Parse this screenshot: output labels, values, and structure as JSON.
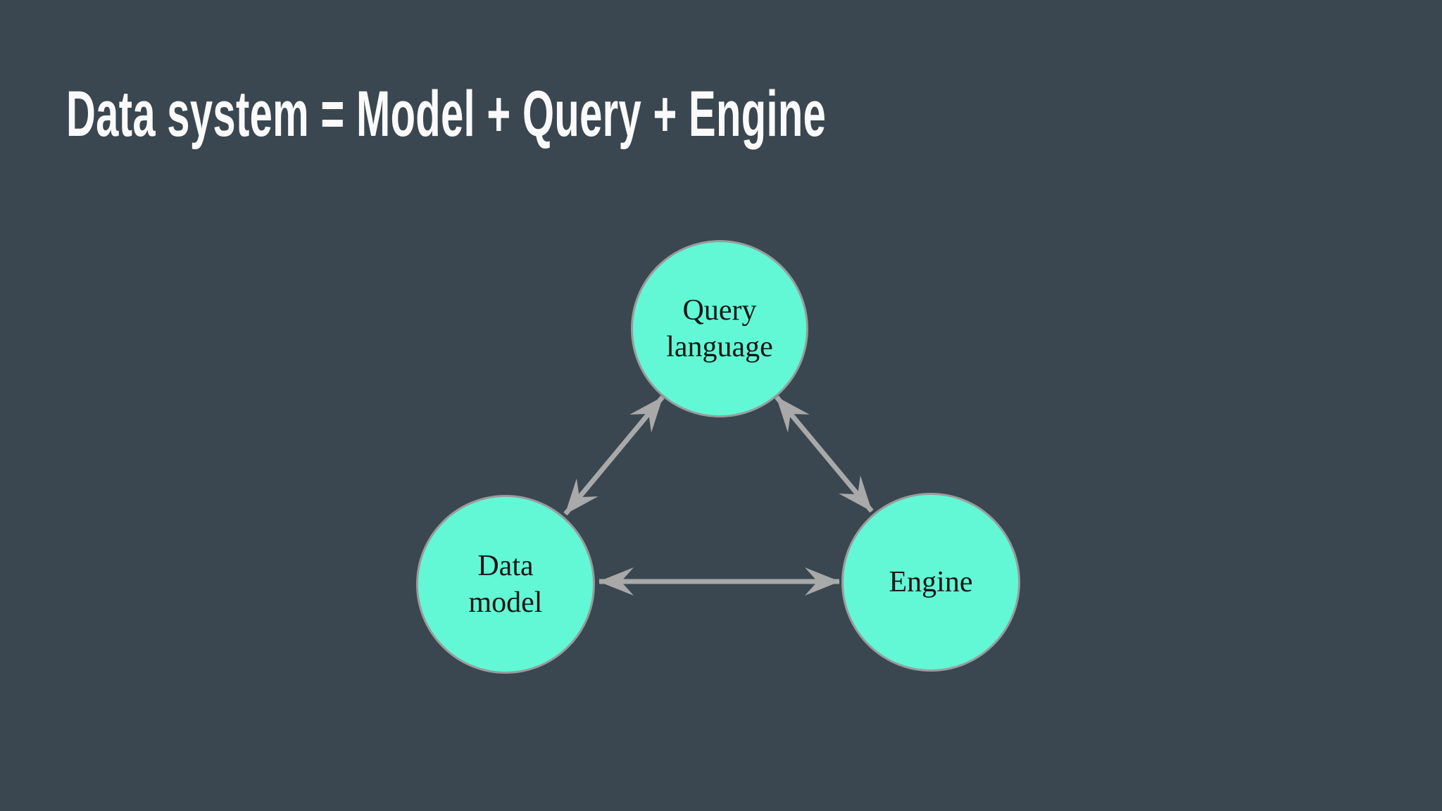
{
  "slide": {
    "title": "Data system = Model + Query + Engine",
    "background_color": "#3A4750",
    "title_color": "#FAFAFA"
  },
  "diagram": {
    "node_fill_color": "#62F8D5",
    "node_border_color": "#999B9E",
    "node_text_color": "#151515",
    "arrow_color": "#A9A9A9",
    "nodes": [
      {
        "id": "query-language",
        "lines": [
          "Query",
          "language"
        ]
      },
      {
        "id": "data-model",
        "lines": [
          "Data",
          "model"
        ]
      },
      {
        "id": "engine",
        "lines": [
          "Engine",
          ""
        ]
      }
    ],
    "edges": [
      {
        "from": "query-language",
        "to": "data-model",
        "bidirectional": "true"
      },
      {
        "from": "query-language",
        "to": "engine",
        "bidirectional": "true"
      },
      {
        "from": "data-model",
        "to": "engine",
        "bidirectional": "true"
      }
    ]
  }
}
